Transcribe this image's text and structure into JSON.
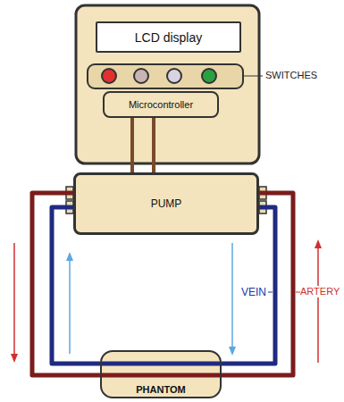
{
  "diagram": {
    "nodes": [
      {
        "text": [
          "LCD display"
        ]
      },
      {
        "text": [
          "Microcontroller"
        ]
      },
      {
        "text": [
          "PUMP"
        ]
      },
      {
        "text": [
          "PHANTOM"
        ]
      }
    ],
    "edges": [
      {
        "from": 1,
        "to": 2,
        "arrow": "none"
      },
      {
        "from": 1,
        "to": 2,
        "arrow": "none"
      },
      {
        "from": 2,
        "to": 3,
        "arrow": "none"
      },
      {
        "from": 2,
        "to": 3,
        "arrow": "none"
      },
      {
        "from": 2,
        "to": 3,
        "arrow": "none"
      },
      {
        "from": 2,
        "to": 3,
        "arrow": "none"
      }
    ],
    "labels": [
      "SWITCHES",
      "VEIN",
      "ARTERY"
    ]
  }
}
